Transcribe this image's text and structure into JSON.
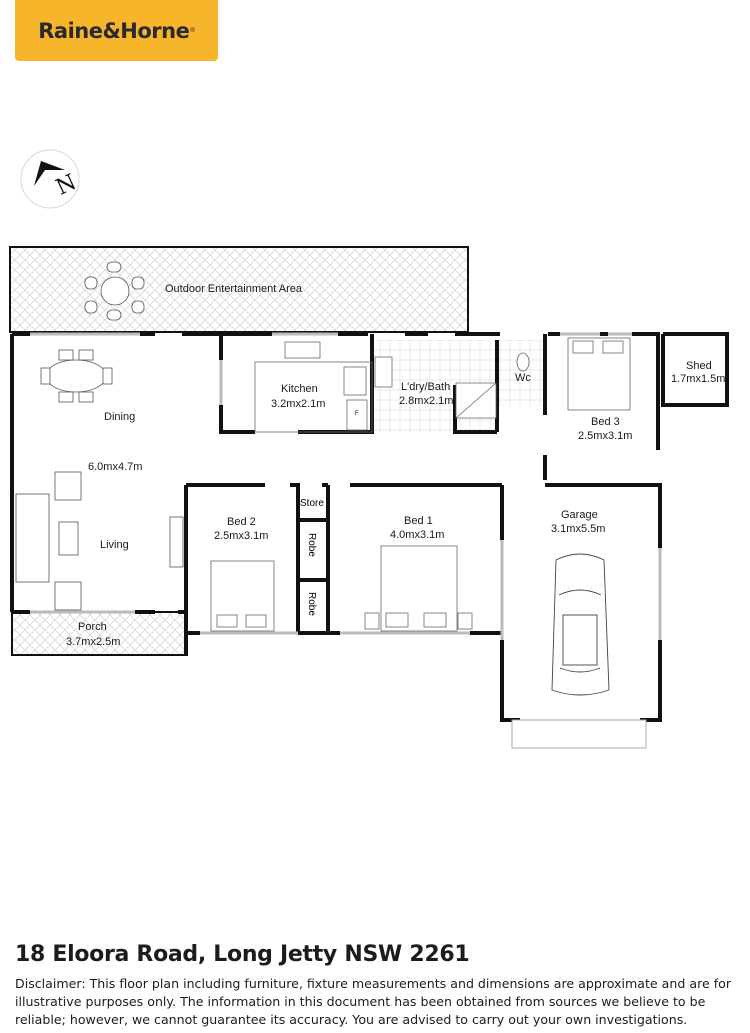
{
  "brand": {
    "name": "Raine&Horne",
    "mark": "®",
    "color": "#f7b52c"
  },
  "compass": {
    "label": "N"
  },
  "rooms": {
    "outdoor": {
      "name": "Outdoor Entertainment Area"
    },
    "dining": {
      "name": "Dining"
    },
    "living_dims": "6.0mx4.7m",
    "living": {
      "name": "Living"
    },
    "porch": {
      "name": "Porch",
      "dims": "3.7mx2.5m"
    },
    "kitchen": {
      "name": "Kitchen",
      "dims": "3.2mx2.1m",
      "fridge": "F"
    },
    "laundry": {
      "name": "L'dry/Bath",
      "dims": "2.8mx2.1m"
    },
    "wc": {
      "name": "Wc"
    },
    "bed3": {
      "name": "Bed 3",
      "dims": "2.5mx3.1m"
    },
    "shed": {
      "name": "Shed",
      "dims": "1.7mx1.5m"
    },
    "bed2": {
      "name": "Bed 2",
      "dims": "2.5mx3.1m"
    },
    "store": {
      "name": "Store"
    },
    "robe1": {
      "name": "Robe"
    },
    "robe2": {
      "name": "Robe"
    },
    "bed1": {
      "name": "Bed 1",
      "dims": "4.0mx3.1m"
    },
    "garage": {
      "name": "Garage",
      "dims": "3.1mx5.5m"
    }
  },
  "footer": {
    "address": "18 Eloora Road, Long Jetty NSW 2261",
    "disclaimer": "Disclaimer: This floor plan including furniture, fixture measurements and dimensions are approximate and are for illustrative purposes only. The information in this document has been obtained from sources we believe to be reliable; however, we cannot guarantee its accuracy. You are advised to carry out your own investigations."
  }
}
